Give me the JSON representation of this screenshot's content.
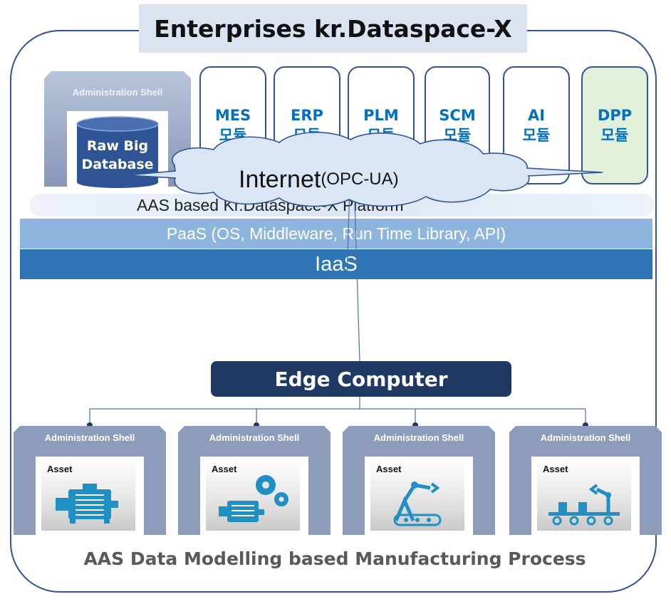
{
  "title": "Enterprises kr.Dataspace-X",
  "admin_shell_label": "Administration Shell",
  "database": {
    "line1": "Raw Big",
    "line2": "Database"
  },
  "modules": [
    {
      "name": "MES",
      "suffix": "모듈"
    },
    {
      "name": "ERP",
      "suffix": "모듈"
    },
    {
      "name": "PLM",
      "suffix": "모듈"
    },
    {
      "name": "SCM",
      "suffix": "모듈"
    },
    {
      "name": "AI",
      "suffix": "모듈"
    },
    {
      "name": "DPP",
      "suffix": "모듈"
    }
  ],
  "platform_label": "AAS based Kr.Dataspace-X Platform",
  "paas_label": "PaaS (OS, Middleware, Run Time Library, API)",
  "iaas_label": "IaaS",
  "internet": {
    "main": "Internet",
    "protocol": "(OPC-UA)"
  },
  "edge_label": "Edge Computer",
  "assets": [
    {
      "shell": "Administration Shell",
      "asset": "Asset",
      "icon": "electric-motor-icon"
    },
    {
      "shell": "Administration Shell",
      "asset": "Asset",
      "icon": "motor-gears-icon"
    },
    {
      "shell": "Administration Shell",
      "asset": "Asset",
      "icon": "robot-arm-conveyor-icon"
    },
    {
      "shell": "Administration Shell",
      "asset": "Asset",
      "icon": "conveyor-robot-icon"
    }
  ],
  "footer": "AAS Data Modelling based Manufacturing Process",
  "colors": {
    "frame": "#2f5496",
    "module_text": "#0070c0",
    "dpp_bg": "#e2efd9",
    "paas": "#8eb5dd",
    "iaas": "#2e75b6",
    "edge": "#203864",
    "database": "#2f5496"
  }
}
